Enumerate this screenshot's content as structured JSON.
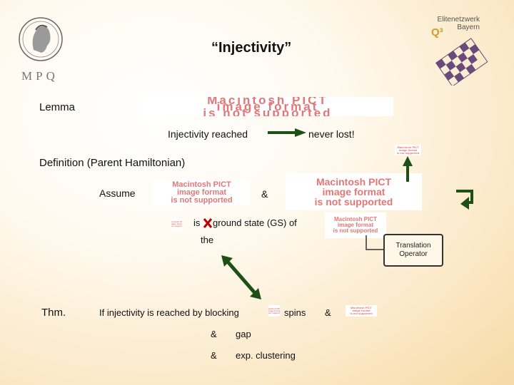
{
  "header": {
    "title": "“Injectivity”",
    "logo_left_text": "MPQ",
    "logo_right_line1": "Elitenetzwerk",
    "logo_right_line2": "Bayern",
    "logo_right_mark": "Q³"
  },
  "pict_placeholder": {
    "line1": "Macintosh PICT",
    "line2": "image format",
    "line3": "is not supported"
  },
  "lemma": {
    "label": "Lemma",
    "text": "Injectivity reached",
    "result": "never lost!"
  },
  "definition": {
    "heading": "Definition (Parent Hamiltonian)",
    "assume": "Assume",
    "amp": "&",
    "is": "is",
    "gs_text": "ground state (GS) of",
    "the": "the"
  },
  "translation_box": {
    "line1": "Translation",
    "line2": "Operator"
  },
  "theorem": {
    "label": "Thm.",
    "text": "If injectivity is reached by blocking",
    "spins": "spins",
    "amp": "&",
    "items": [
      {
        "amp": "&",
        "text": "gap"
      },
      {
        "amp": "&",
        "text": "exp. clustering"
      }
    ]
  },
  "colors": {
    "arrow_dark_green": "#1e4f14",
    "pict_text": "#e27777",
    "cross_red": "#c00000",
    "logo_checker": "#6a4a7a"
  }
}
